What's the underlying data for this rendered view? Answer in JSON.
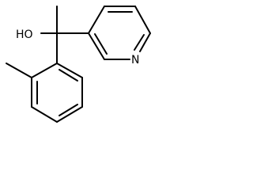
{
  "molecule": {
    "atoms": [
      {
        "id": "C_methyl_top",
        "element": "C"
      },
      {
        "id": "C_quat",
        "element": "C"
      },
      {
        "id": "O_hydroxyl",
        "element": "O",
        "label": "HO"
      },
      {
        "id": "N_pyridine",
        "element": "N",
        "label": "N"
      },
      {
        "id": "C_methyl_ring",
        "element": "C"
      }
    ],
    "rings": [
      {
        "name": "pyridine",
        "aromatic": true
      },
      {
        "name": "benzene",
        "aromatic": true
      }
    ],
    "labels": {
      "hydroxyl": "HO",
      "nitrogen": "N"
    },
    "colors": {
      "bond": "#000000",
      "text": "#000000",
      "background": "#ffffff"
    }
  }
}
